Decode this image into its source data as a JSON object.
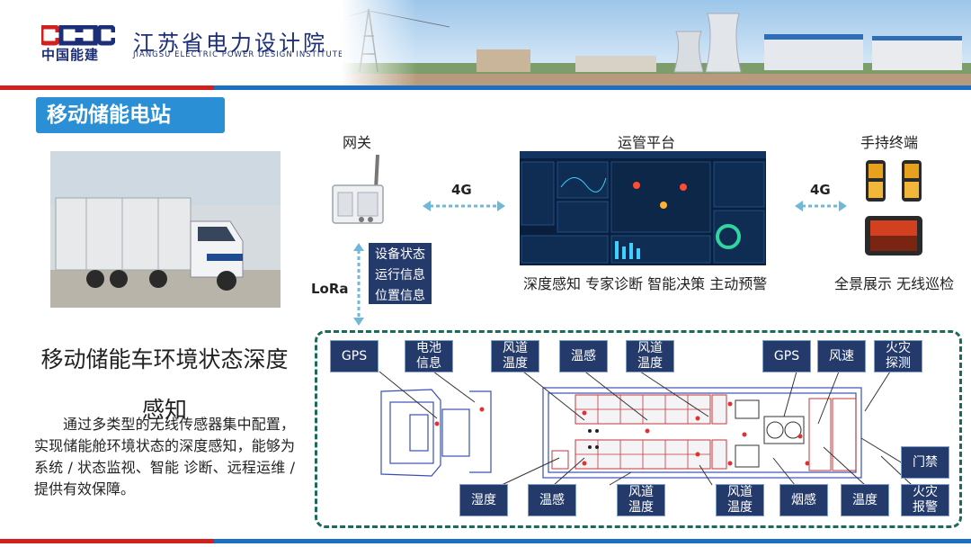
{
  "header": {
    "logo_cn": "中国能建",
    "institute_cn": "江苏省电力设计院",
    "institute_en": "JIANGSU ELECTRIC POWER DESIGN INSTITUTE"
  },
  "slide": {
    "title": "移动储能电站",
    "env_title": "移动储能车环境状态深度感知",
    "env_desc": "通过多类型的无线传感器集中配置，实现储能舱环境状态的深度感知，能够为系统 / 状态监视、智能 诊断、远程运维 / 提供有效保障。"
  },
  "architecture": {
    "gateway_label": "网关",
    "platform_label": "运管平台",
    "terminal_label": "手持终端",
    "link_left": "4G",
    "link_right": "4G",
    "lora_label": "LoRa",
    "info_items": [
      "设备状态",
      "运行信息",
      "位置信息"
    ],
    "platform_caption": "深度感知 专家诊断 智能决策 主动预警",
    "terminal_caption": "全景展示 无线巡检"
  },
  "sensors": {
    "gps_left": "GPS",
    "battery_info": "电池\n信息",
    "duct_temp_top1": "风道\n温度",
    "temp_top": "温感",
    "duct_temp_top2": "风道\n温度",
    "gps_right": "GPS",
    "wind_speed": "风速",
    "fire_detect": "火灾\n探测",
    "access_control": "门禁",
    "humidity": "湿度",
    "temp_bottom1": "温感",
    "duct_temp_bottom1": "风道\n温度",
    "duct_temp_bottom2": "风道\n温度",
    "smoke": "烟感",
    "temp_bottom2": "温度",
    "fire_alarm": "火灾\n报警"
  },
  "colors": {
    "title_bg": "#2a8fd4",
    "sensor_bg": "#243a6b",
    "frame": "#1b6b5a",
    "accent_red": "#d1201e",
    "accent_blue": "#1d6fc2"
  }
}
